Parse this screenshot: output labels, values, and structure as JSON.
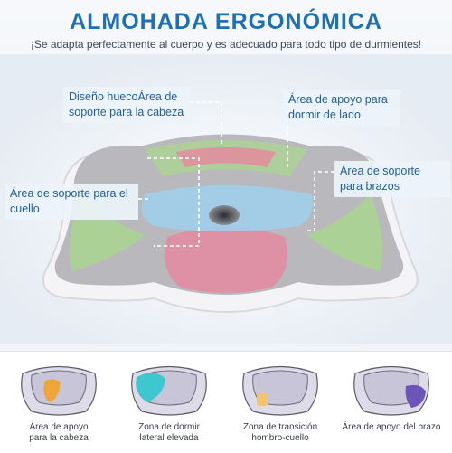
{
  "title": "ALMOHADA ERGONÓMICA",
  "subtitle": "¡Se adapta perfectamente al cuerpo y es adecuado para todo tipo de durmientes!",
  "callouts": [
    {
      "text": "Diseño huecoÁrea de soporte para la cabeza"
    },
    {
      "text": "Área de apoyo para dormir de lado"
    },
    {
      "text": "Área de soporte para el cuello"
    },
    {
      "text": "Área de soporte para brazos"
    }
  ],
  "features": [
    {
      "label_1": "Área de apoyo",
      "label_2": "para la cabeza",
      "highlight": "#f0a53a"
    },
    {
      "label_1": "Zona de dormir",
      "label_2": "lateral elevada",
      "highlight": "#3fc7d0"
    },
    {
      "label_1": "Zona de transición",
      "label_2": "hombro-cuello",
      "highlight": "#f2c46e"
    },
    {
      "label_1": "Área de apoyo del brazo",
      "label_2": "",
      "highlight": "#6c55b8"
    }
  ],
  "colors": {
    "title": "#1f6fb3",
    "pillow_gray": "#b9b9bd",
    "green_zone": "#a8d98a",
    "pink_zone": "#e7869e",
    "blue_zone": "#9fd0ee"
  }
}
